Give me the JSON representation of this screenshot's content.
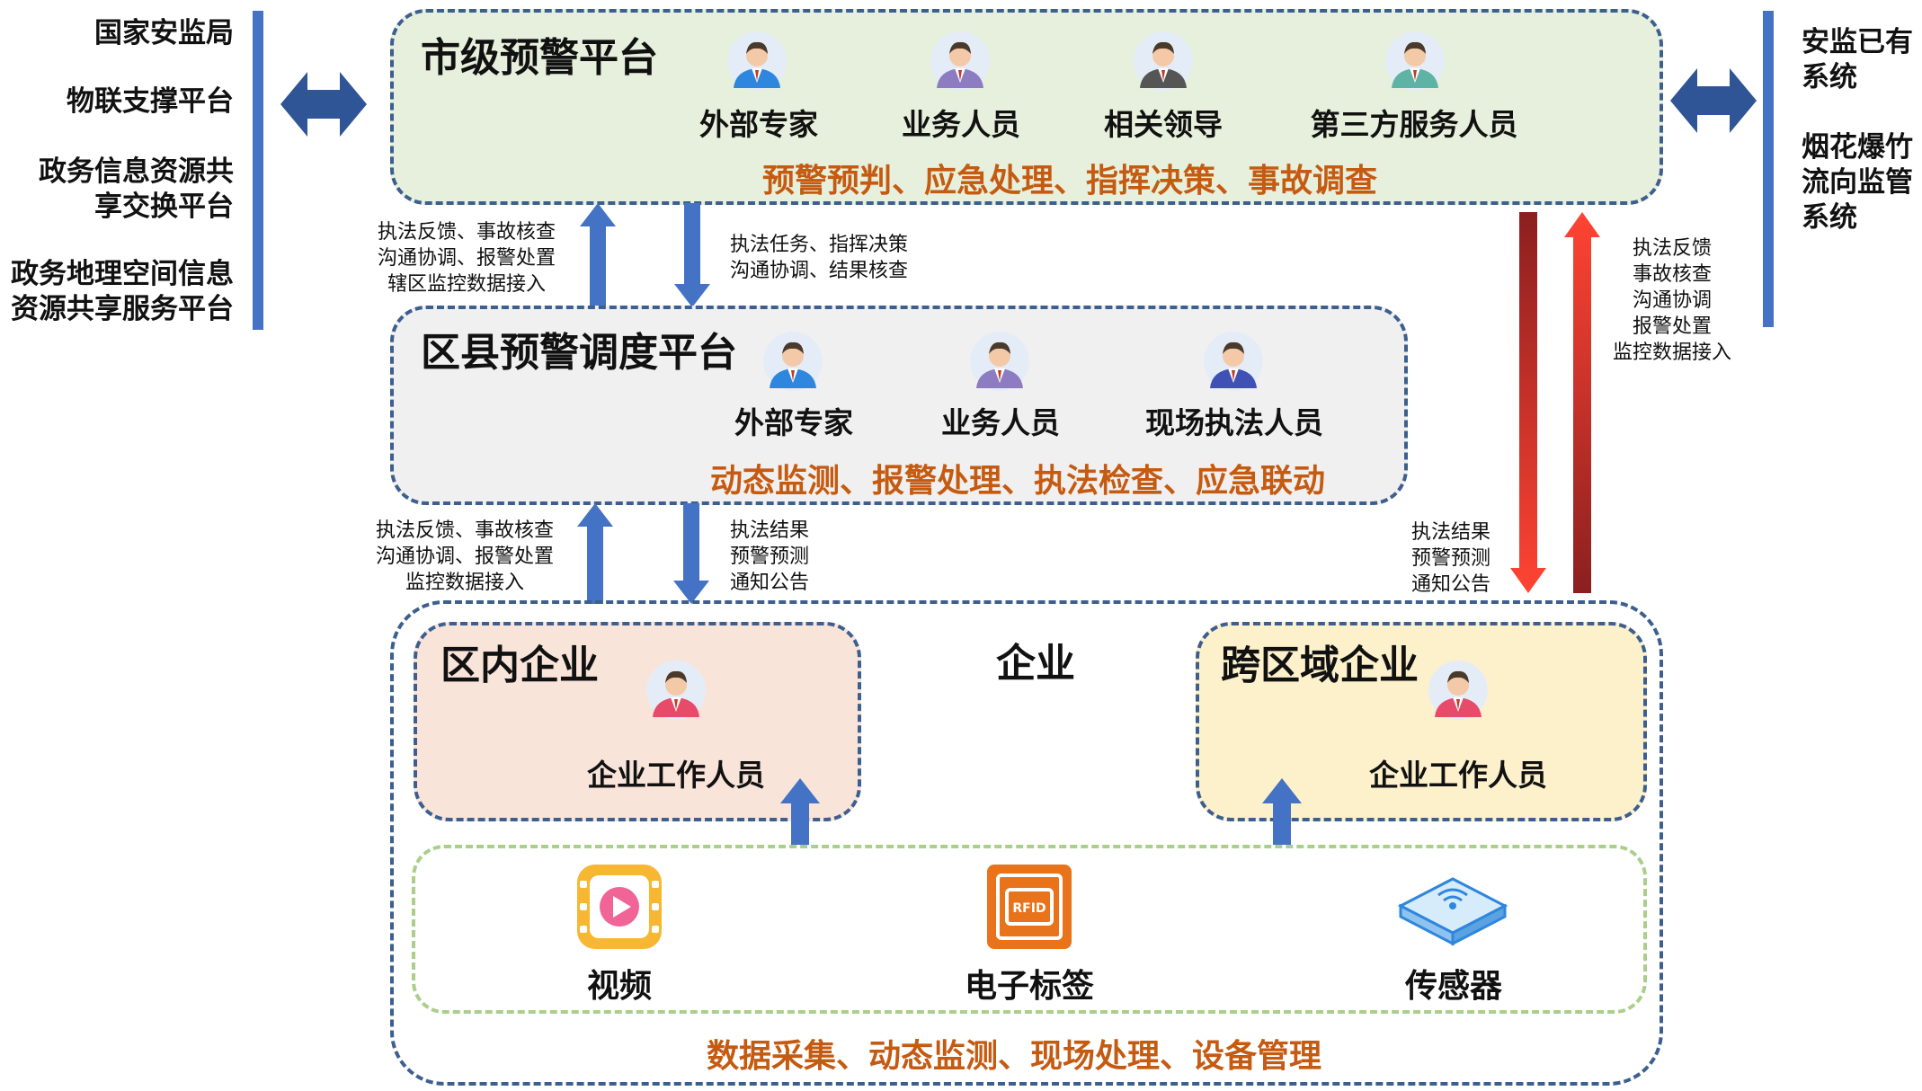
{
  "left_systems": [
    "国家安监局",
    "物联支撑平台",
    "政务信息资源共\n享交换平台",
    "政务地理空间信息\n资源共享服务平台"
  ],
  "right_systems": [
    "安监已有\n系统",
    "烟花爆竹\n流向监管\n系统"
  ],
  "city_platform": {
    "title": "市级预警平台",
    "roles": [
      "外部专家",
      "业务人员",
      "相关领导",
      "第三方服务人员"
    ],
    "functions": "预警预判、应急处理、指挥决策、事故调查"
  },
  "county_platform": {
    "title": "区县预警调度平台",
    "roles": [
      "外部专家",
      "业务人员",
      "现场执法人员"
    ],
    "functions": "动态监测、报警处理、执法检查、应急联动"
  },
  "flows": {
    "county_to_city": "执法反馈、事故核查\n沟通协调、报警处置\n辖区监控数据接入",
    "city_to_county": "执法任务、指挥决策\n沟通协调、结果核查",
    "enterprise_to_county": "执法反馈、事故核查\n沟通协调、报警处置\n监控数据接入",
    "county_to_enterprise": "执法结果\n预警预测\n通知公告",
    "city_to_cross": "执法结果\n预警预测\n通知公告",
    "cross_to_city": "执法反馈\n事故核查\n沟通协调\n报警处置\n监控数据接入"
  },
  "enterprise": {
    "title": "企业",
    "inner": {
      "title": "区内企业",
      "role": "企业工作人员"
    },
    "cross": {
      "title": "跨区域企业",
      "role": "企业工作人员"
    },
    "devices": [
      {
        "label": "视频",
        "icon": "video-icon"
      },
      {
        "label": "电子标签",
        "icon": "rfid-icon",
        "icon_text": "RFID"
      },
      {
        "label": "传感器",
        "icon": "sensor-icon"
      }
    ],
    "functions": "数据采集、动态监测、现场处理、设备管理"
  },
  "colors": {
    "border": "#3d5f8f",
    "arrow_blue": "#4472c4",
    "arrow_dark_blue": "#2f5597",
    "arrow_red": "#ff4433",
    "arrow_dark_red": "#8b1f1f",
    "function_text": "#c55a11",
    "city_bg": "#e6f0dc",
    "county_bg": "#f0f0f0",
    "inner_bg": "#f9e4da",
    "cross_bg": "#fdf1cc"
  }
}
